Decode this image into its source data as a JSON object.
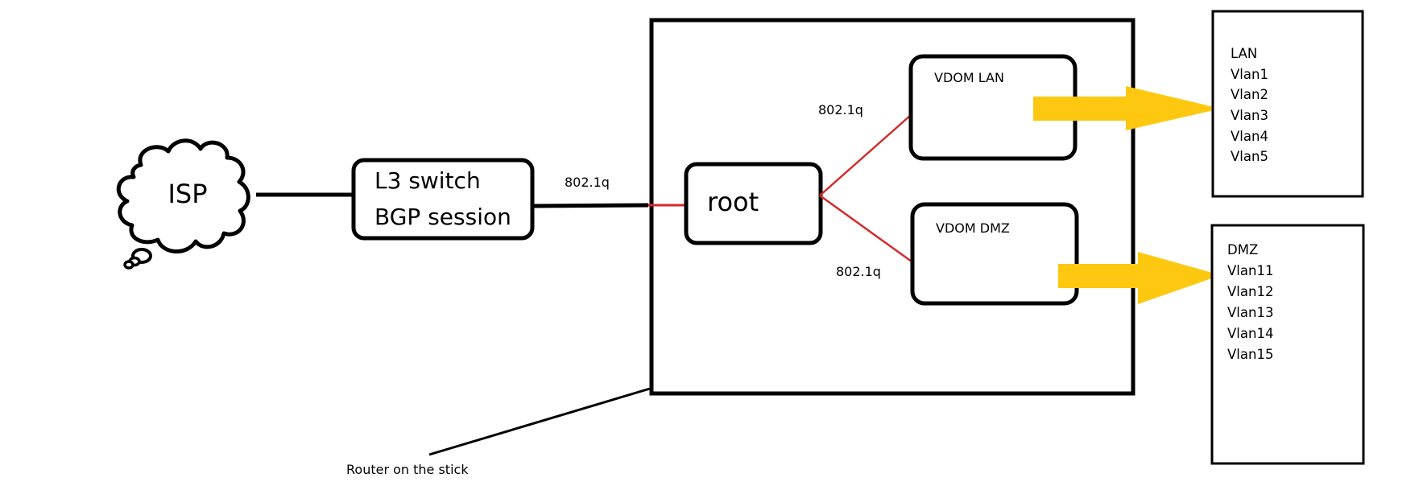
{
  "diagram": {
    "type": "network-topology",
    "nodes": {
      "isp": {
        "label": "ISP",
        "shape": "cloud"
      },
      "l3_switch": {
        "lines": [
          "L3 switch",
          "BGP session"
        ],
        "shape": "rounded-rect"
      },
      "router": {
        "label": "Router on the stick",
        "shape": "rect"
      },
      "root": {
        "label": "root",
        "shape": "rounded-rect"
      },
      "vdom_lan": {
        "label": "VDOM LAN",
        "shape": "rounded-rect"
      },
      "vdom_dmz": {
        "label": "VDOM DMZ",
        "shape": "rounded-rect"
      },
      "lan_zone": {
        "title": "LAN",
        "vlans": [
          "Vlan1",
          "Vlan2",
          "Vlan3",
          "Vlan4",
          "Vlan5"
        ]
      },
      "dmz_zone": {
        "title": "DMZ",
        "vlans": [
          "Vlan11",
          "Vlan12",
          "Vlan13",
          "Vlan14",
          "Vlan15"
        ]
      }
    },
    "edges": [
      {
        "from": "isp",
        "to": "l3_switch",
        "label": "",
        "color": "#000000"
      },
      {
        "from": "l3_switch",
        "to": "root",
        "label": "802.1q",
        "color": "#000000"
      },
      {
        "from": "root",
        "to": "vdom_lan",
        "label": "802.1q",
        "color": "#d42a2a"
      },
      {
        "from": "root",
        "to": "vdom_dmz",
        "label": "802.1q",
        "color": "#d42a2a"
      },
      {
        "from": "vdom_lan",
        "to": "lan_zone",
        "label": "",
        "style": "block-arrow",
        "color": "#fdc80f"
      },
      {
        "from": "vdom_dmz",
        "to": "dmz_zone",
        "label": "",
        "style": "block-arrow",
        "color": "#fdc80f"
      }
    ],
    "colors": {
      "stroke": "#000000",
      "vlan_link": "#d42a2a",
      "arrow": "#fdc80f",
      "background": "#ffffff"
    }
  }
}
